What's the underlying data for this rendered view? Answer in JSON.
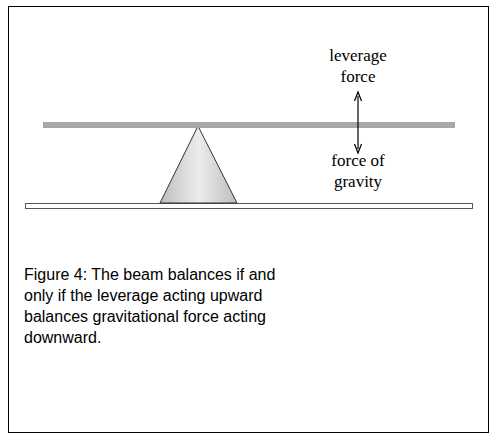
{
  "diagram": {
    "caption": "Figure 4: The beam balances if and only if the leverage acting upward balances gravitational force acting downward.",
    "labels": [
      "leverage force",
      "force of gravity"
    ]
  }
}
